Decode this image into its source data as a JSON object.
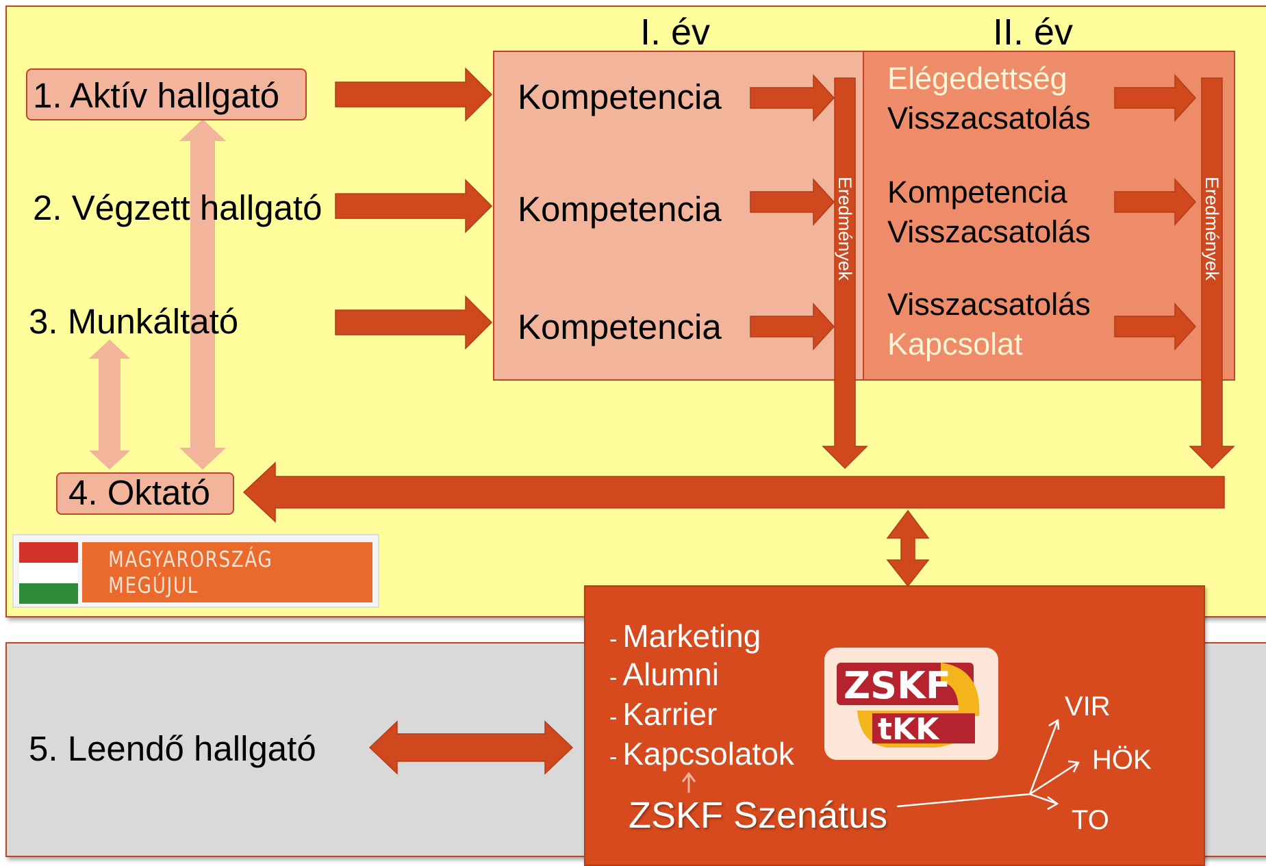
{
  "stakeholders": {
    "s1": "1. Aktív hallgató",
    "s2": "2. Végzett hallgató",
    "s3": "3. Munkáltató",
    "s4": "4. Oktató",
    "s5": "5.  Leendő hallgató"
  },
  "years": {
    "year1": "I. év",
    "year2": "II. év"
  },
  "year1_items": [
    "Kompetencia",
    "Kompetencia",
    "Kompetencia"
  ],
  "year2_items": [
    {
      "line1": "Elégedettség",
      "line2": "Visszacsatolás"
    },
    {
      "line1": "Kompetencia",
      "line2": "Visszacsatolás"
    },
    {
      "line1": "Visszacsatolás",
      "line2": "Kapcsolat"
    }
  ],
  "results_label_1": "Eredmények",
  "results_label_2": "Eredmények",
  "center_box": {
    "items": [
      "Marketing",
      "Alumni",
      "Karrier",
      "Kapcsolatok"
    ],
    "bullet_char": "-",
    "senate": "ZSKF Szenátus",
    "branches": [
      "VIR",
      "HÖK",
      "TO"
    ]
  },
  "logo": {
    "text": "MAGYARORSZÁG MEGÚJUL",
    "flag_colors": [
      "#d6322c",
      "#ffffff",
      "#2e8b3a"
    ]
  },
  "zskf_logo": {
    "line1": "ZSKF",
    "line2": "tKK"
  },
  "colors": {
    "background_top": "#fffd9b",
    "background_bottom": "#d9d9d9",
    "arrow": "#d0481e",
    "light_arrow": "#f3b49c",
    "year1_box": "#f3b49c",
    "year2_box": "#ee8b68",
    "center_box": "#d64a1e"
  }
}
